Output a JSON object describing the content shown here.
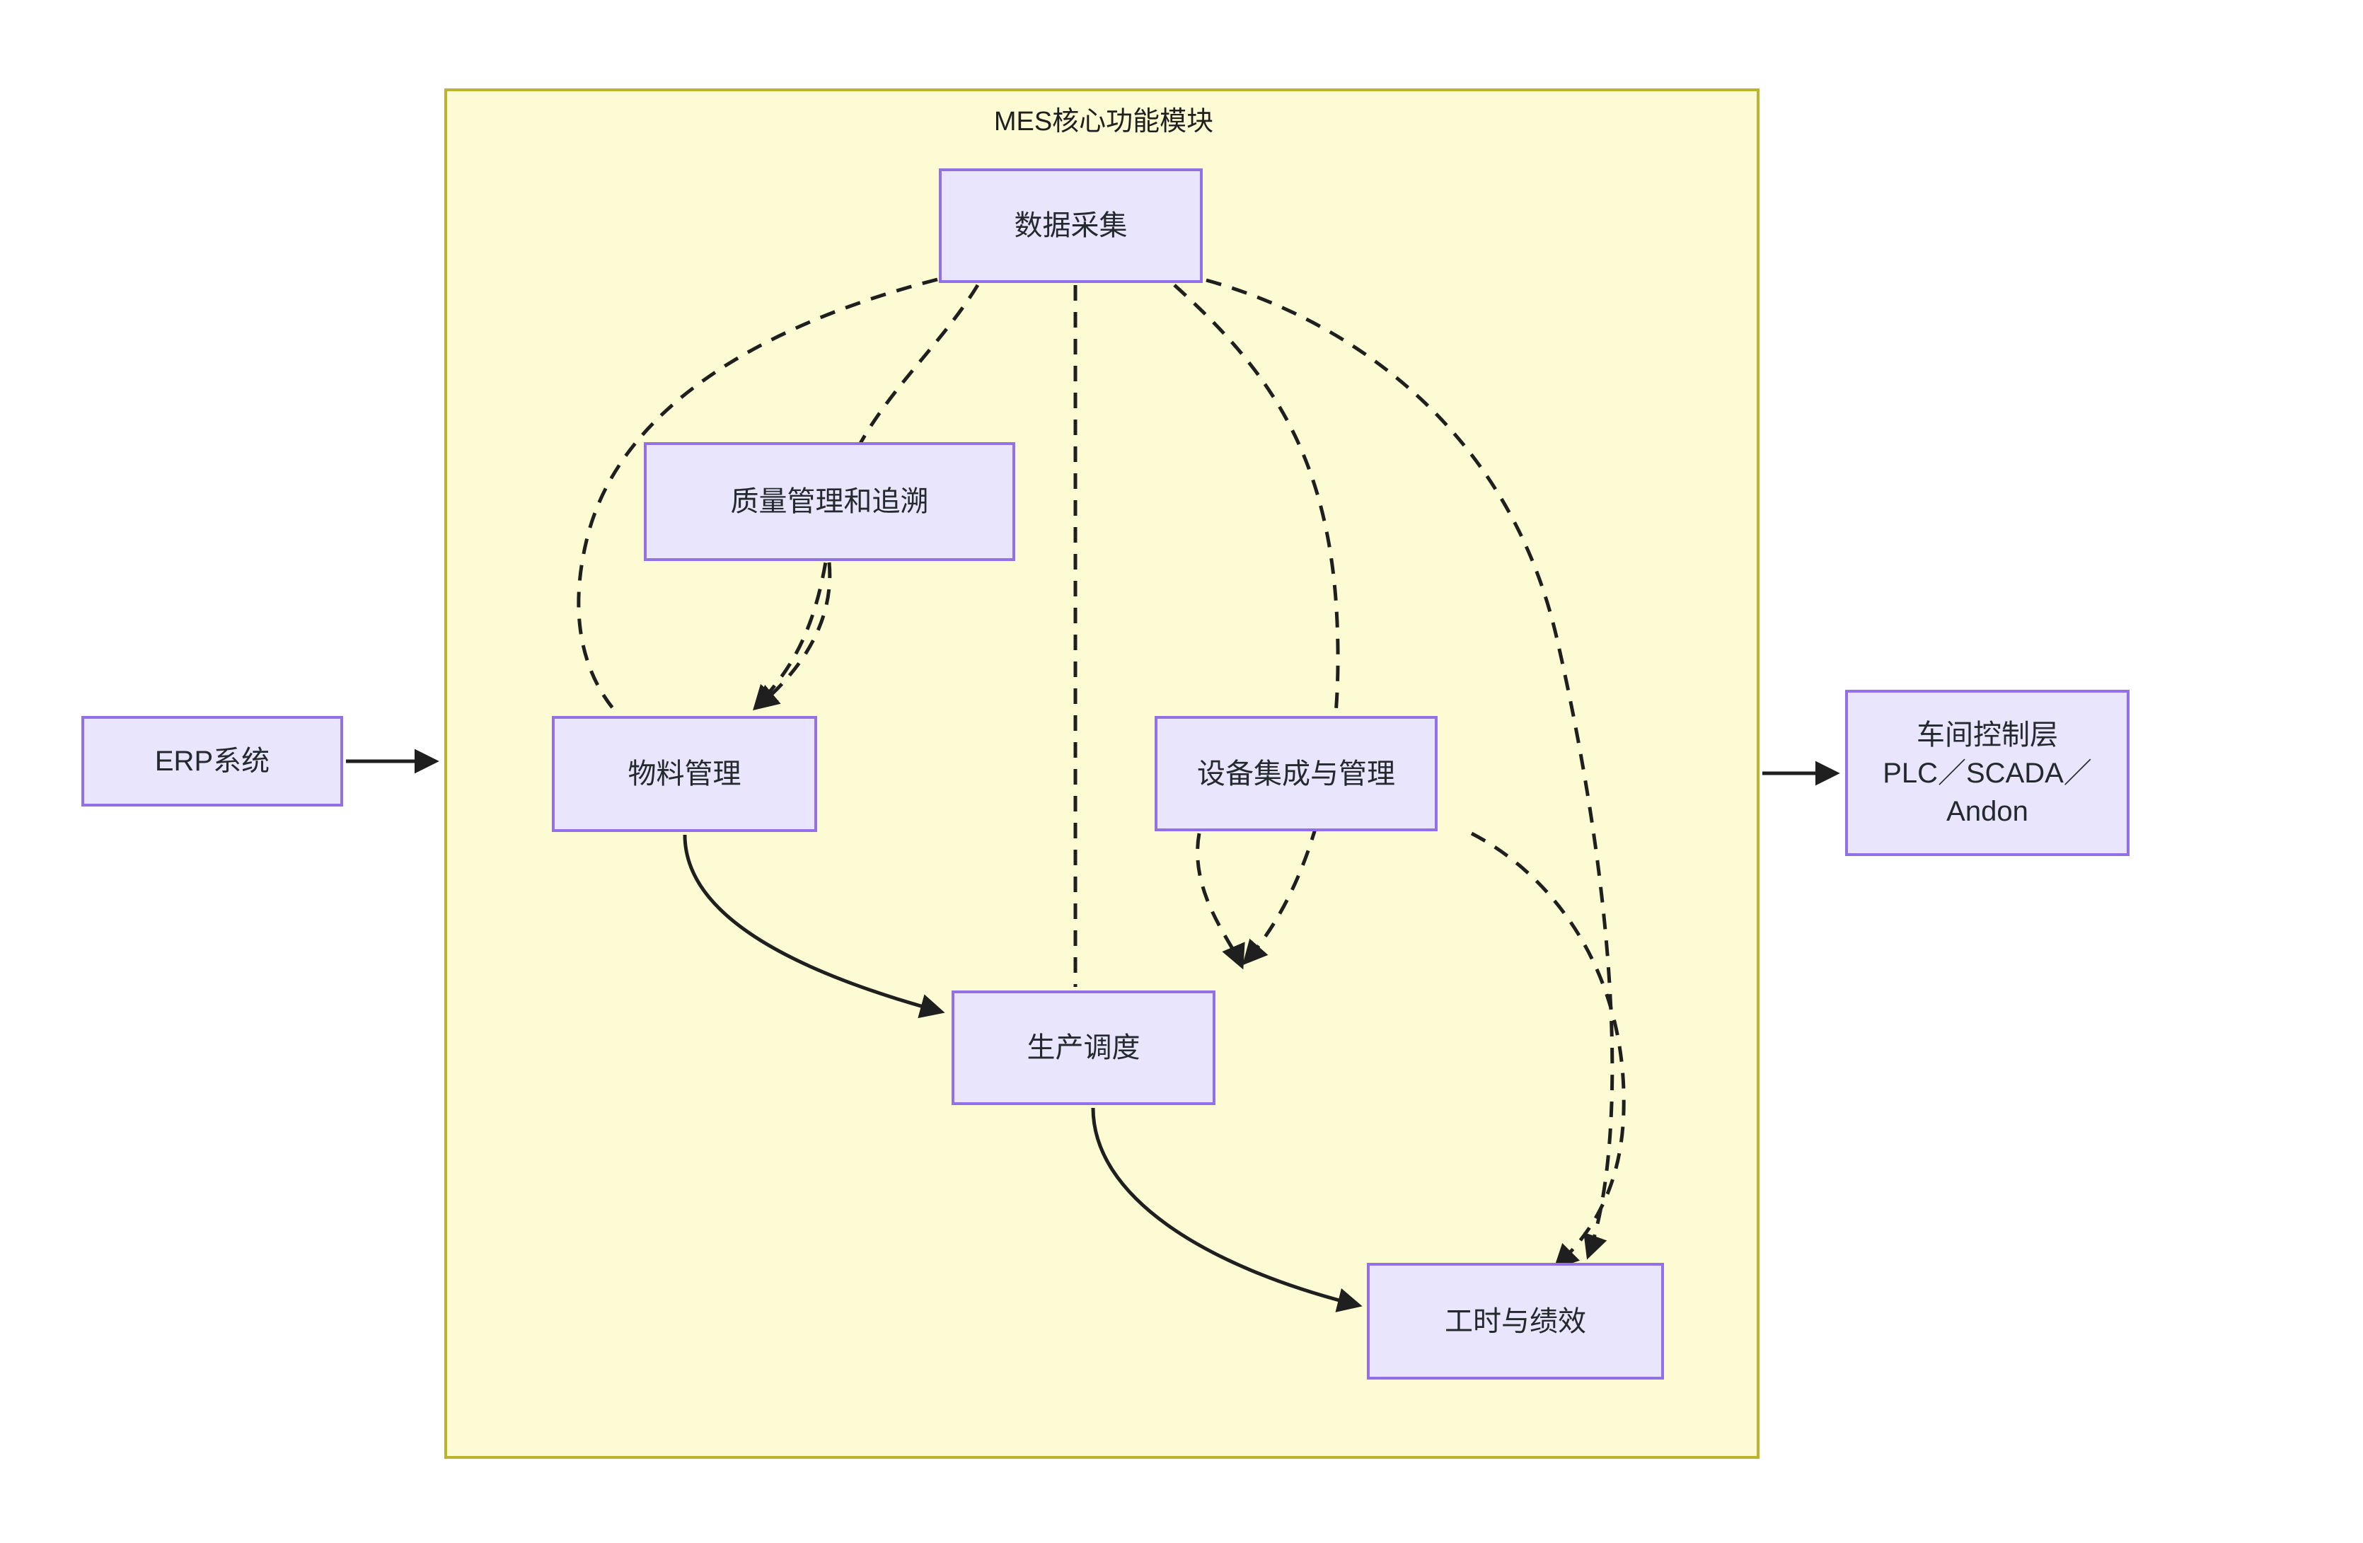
{
  "diagram": {
    "type": "flowchart",
    "title": "MES核心功能模块",
    "background": "#ffffff",
    "colors": {
      "cluster_fill": "#fdfbd4",
      "cluster_stroke": "#bdb330",
      "node_fill": "#e8e5fc",
      "node_stroke": "#9370e8",
      "edge_stroke": "#1f1f1f",
      "text": "#24292e"
    }
  },
  "cluster": {
    "label": "MES核心功能模块"
  },
  "nodes": {
    "erp": {
      "label": "ERP系统"
    },
    "collect": {
      "label": "数据采集"
    },
    "quality": {
      "label": "质量管理和追溯"
    },
    "material": {
      "label": "物料管理"
    },
    "equipment": {
      "label": "设备集成与管理"
    },
    "schedule": {
      "label": "生产调度"
    },
    "labor": {
      "label": "工时与绩效"
    },
    "shopfloor": {
      "label_line1": "车间控制层",
      "label_line2": "PLC／SCADA／Andon"
    }
  },
  "edges": [
    {
      "from": "erp",
      "to": "cluster",
      "style": "solid",
      "arrow": true
    },
    {
      "from": "cluster",
      "to": "shopfloor",
      "style": "solid",
      "arrow": true
    },
    {
      "from": "collect",
      "to": "material",
      "style": "dashed",
      "arrow": false
    },
    {
      "from": "collect",
      "to": "quality",
      "style": "dashed",
      "arrow": true
    },
    {
      "from": "collect",
      "to": "schedule",
      "style": "dashed",
      "arrow": false
    },
    {
      "from": "collect",
      "to": "equipment",
      "style": "dashed",
      "arrow": true
    },
    {
      "from": "collect",
      "to": "labor",
      "style": "dashed",
      "arrow": true
    },
    {
      "from": "quality",
      "to": "material",
      "style": "dashed",
      "arrow": true
    },
    {
      "from": "material",
      "to": "schedule",
      "style": "solid",
      "arrow": true
    },
    {
      "from": "schedule",
      "to": "labor",
      "style": "solid",
      "arrow": true
    },
    {
      "from": "equipment",
      "to": "schedule",
      "style": "dashed",
      "arrow": true
    },
    {
      "from": "equipment",
      "to": "labor",
      "style": "dashed",
      "arrow": true
    }
  ]
}
